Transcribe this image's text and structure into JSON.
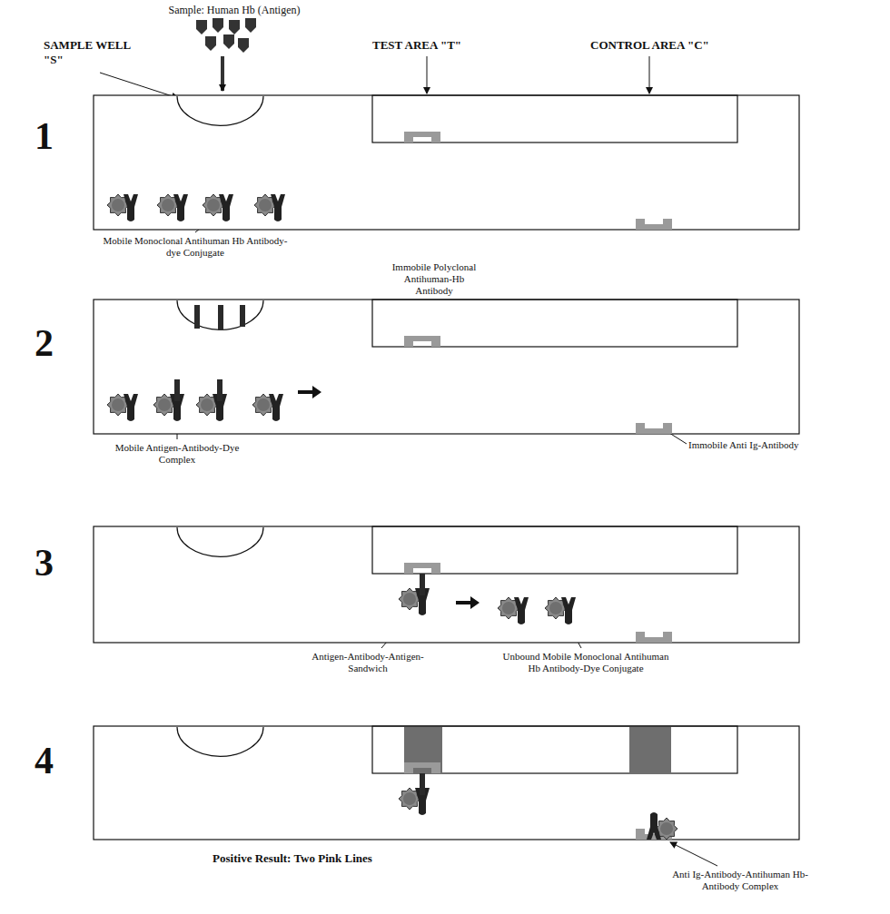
{
  "diagram": {
    "caption": "Positive Result: Two Pink Lines",
    "labels": [
      "Sample: Human Hb (Antigen)",
      "SAMPLE WELL \"S\"",
      "TEST AREA \"T\"",
      "CONTROL AREA \"C\"",
      "1",
      "Mobile Monoclonal Antihuman Hb Antibody-dye Conjugate",
      "2",
      "Immobile Polyclonal Antihuman-Hb Antibody",
      "Mobile Antigen-Antibody-Dye Complex",
      "Immobile Anti Ig-Antibody",
      "3",
      "Antigen-Antibody-Antigen-Sandwich",
      "Unbound Mobile Monoclonal Antihuman Hb Antibody-Dye Conjugate",
      "4",
      "Anti Ig-Antibody-Antihuman Hb-Antibody Complex"
    ]
  }
}
